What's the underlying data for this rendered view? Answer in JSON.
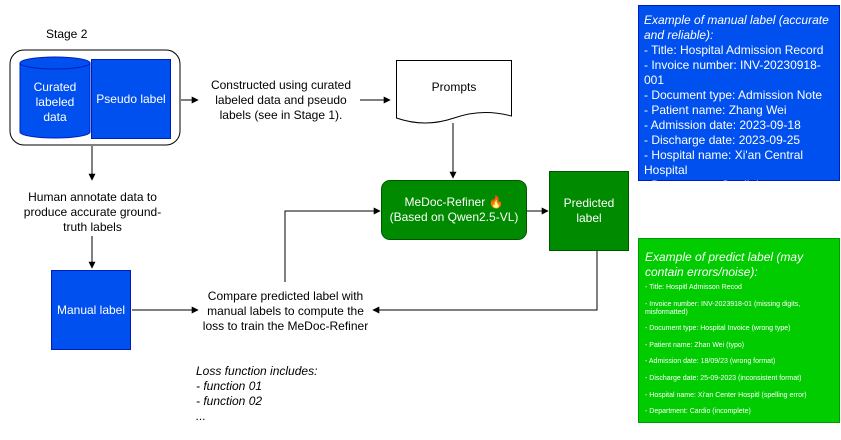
{
  "stage_label": "Stage 2",
  "nodes": {
    "curated": "Curated labeled data",
    "pseudo": "Pseudo label",
    "prompts": "Prompts",
    "refiner_title": "MeDoc-Refiner",
    "refiner_icon": "fire-icon",
    "refiner_sub": "(Based on Qwen2.5-VL)",
    "predicted": "Predicted label",
    "manual": "Manual label"
  },
  "texts": {
    "constructed": "Constructed using curated labeled data and pseudo labels (see in Stage 1).",
    "human": "Human annotate data to produce accurate ground-truth labels",
    "compare": "Compare predicted label with manual labels to compute the loss to train the MeDoc-Refiner"
  },
  "loss": {
    "title": "Loss function includes:",
    "items": [
      "- function 01",
      "- function 02",
      "..."
    ]
  },
  "manual_example": {
    "title": "Example of manual label (accurate and reliable):",
    "lines": [
      "- Title: Hospital Admission Record",
      "- Invoice number: INV-20230918-001",
      "- Document type: Admission Note",
      "- Patient name: Zhang Wei",
      "- Admission date: 2023-09-18",
      "- Discharge date: 2023-09-25",
      "- Hospital name: Xi'an Central Hospital",
      "- Department: Cardiology"
    ]
  },
  "predict_example": {
    "title": "Example of predict label (may contain errors/noise):",
    "lines": [
      "- Title: Hospitl Admisson Recod",
      "- Invoice number: INV-2023918-01   (missing digits, misformatted)",
      "- Document type: Hospital Invoice   (wrong type)",
      "- Patient name: Zhan Wei    (typo)",
      "- Admission date: 18/09/23    (wrong format)",
      "- Discharge date: 25-09-2023    (inconsistent format)",
      "- Hospital name: Xi'an Center Hospitl    (spelling error)",
      "- Department: Cardio    (incomplete)"
    ]
  },
  "colors": {
    "blue": "#0050ef",
    "green": "#008a00",
    "stroke": "#000000"
  }
}
